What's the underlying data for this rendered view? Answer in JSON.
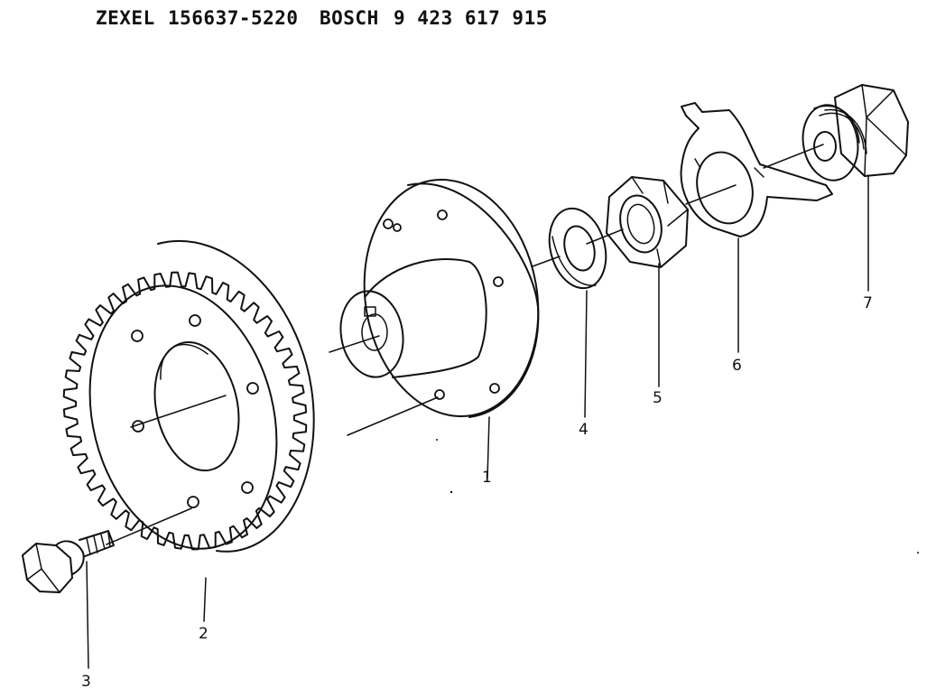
{
  "header": {
    "brand1": "ZEXEL",
    "part1": "156637-5220",
    "brand2": "BOSCH",
    "part2": "9 423 617 915"
  },
  "callouts": [
    {
      "id": "1",
      "label": "1"
    },
    {
      "id": "2",
      "label": "2"
    },
    {
      "id": "3",
      "label": "3"
    },
    {
      "id": "4",
      "label": "4"
    },
    {
      "id": "5",
      "label": "5"
    },
    {
      "id": "6",
      "label": "6"
    },
    {
      "id": "7",
      "label": "7"
    }
  ]
}
